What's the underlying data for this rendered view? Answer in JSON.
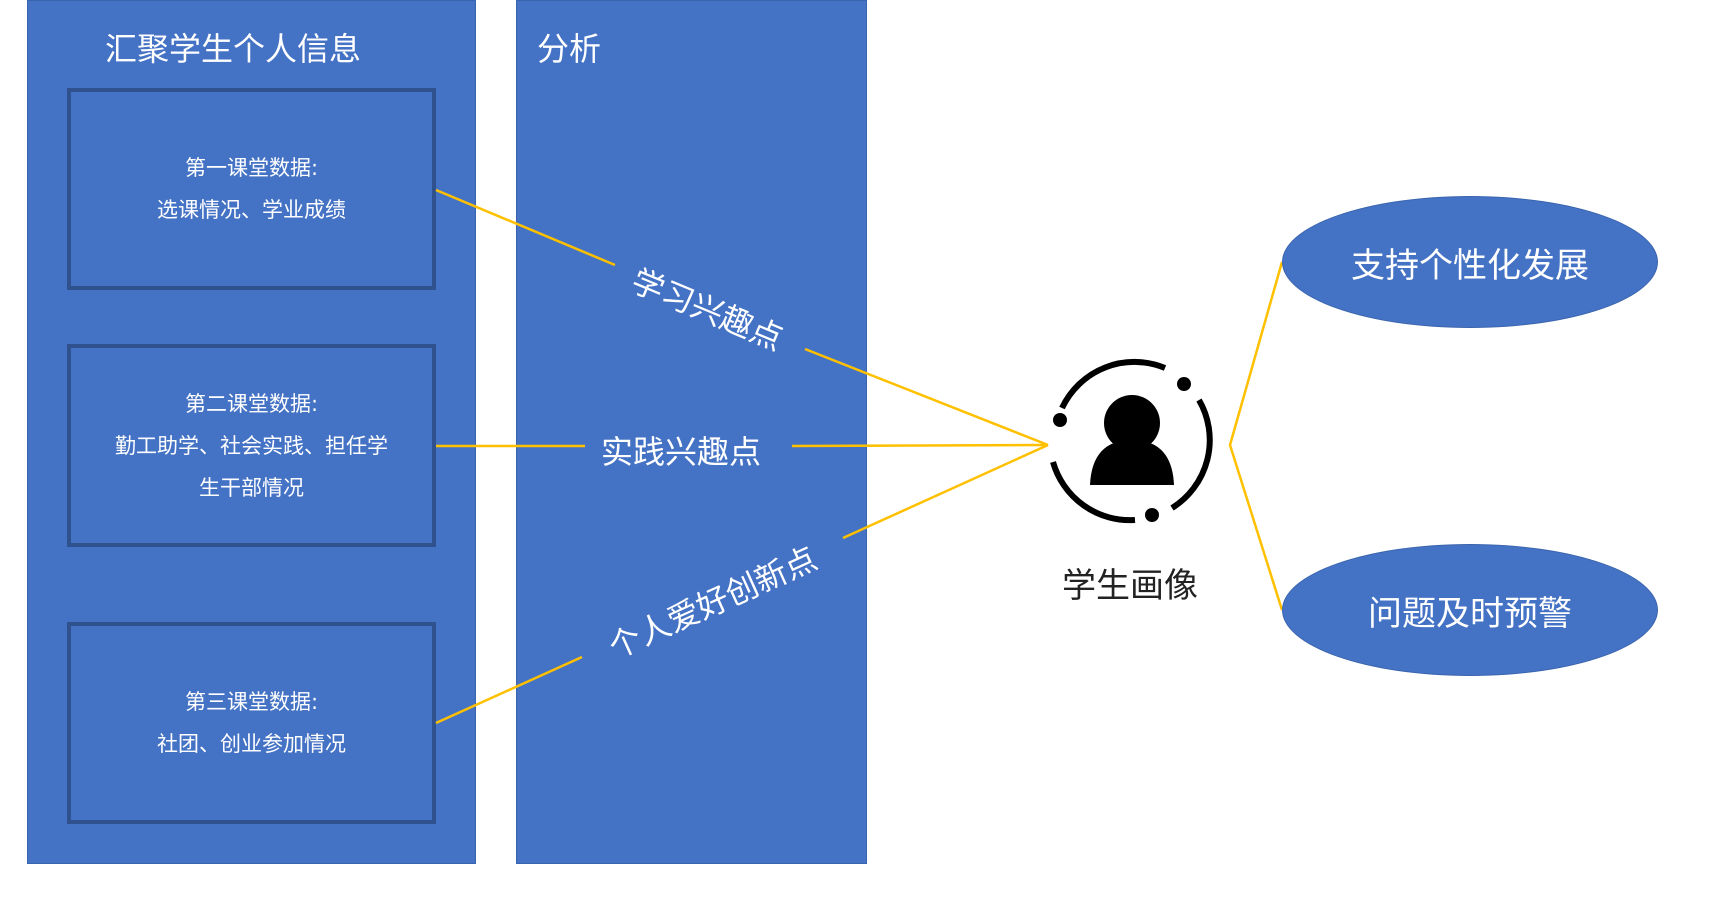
{
  "collect_panel": {
    "title": "汇聚学生个人信息",
    "boxes": [
      {
        "heading": "第一课堂数据:",
        "detail": "选课情况、学业成绩"
      },
      {
        "heading": "第二课堂数据:",
        "detail": "勤工助学、社会实践、担任学",
        "detail2": "生干部情况"
      },
      {
        "heading": "第三课堂数据:",
        "detail": "社团、创业参加情况"
      }
    ]
  },
  "analysis_panel": {
    "title": "分析"
  },
  "links": [
    "学习兴趣点",
    "实践兴趣点",
    "个人爱好创新点"
  ],
  "portrait": {
    "label": "学生画像",
    "icon": "user-portrait-icon"
  },
  "outcomes": [
    "支持个性化发展",
    "问题及时预警"
  ],
  "colors": {
    "panel": "#4472c4",
    "border": "#2f528f",
    "line": "#ffc000"
  }
}
